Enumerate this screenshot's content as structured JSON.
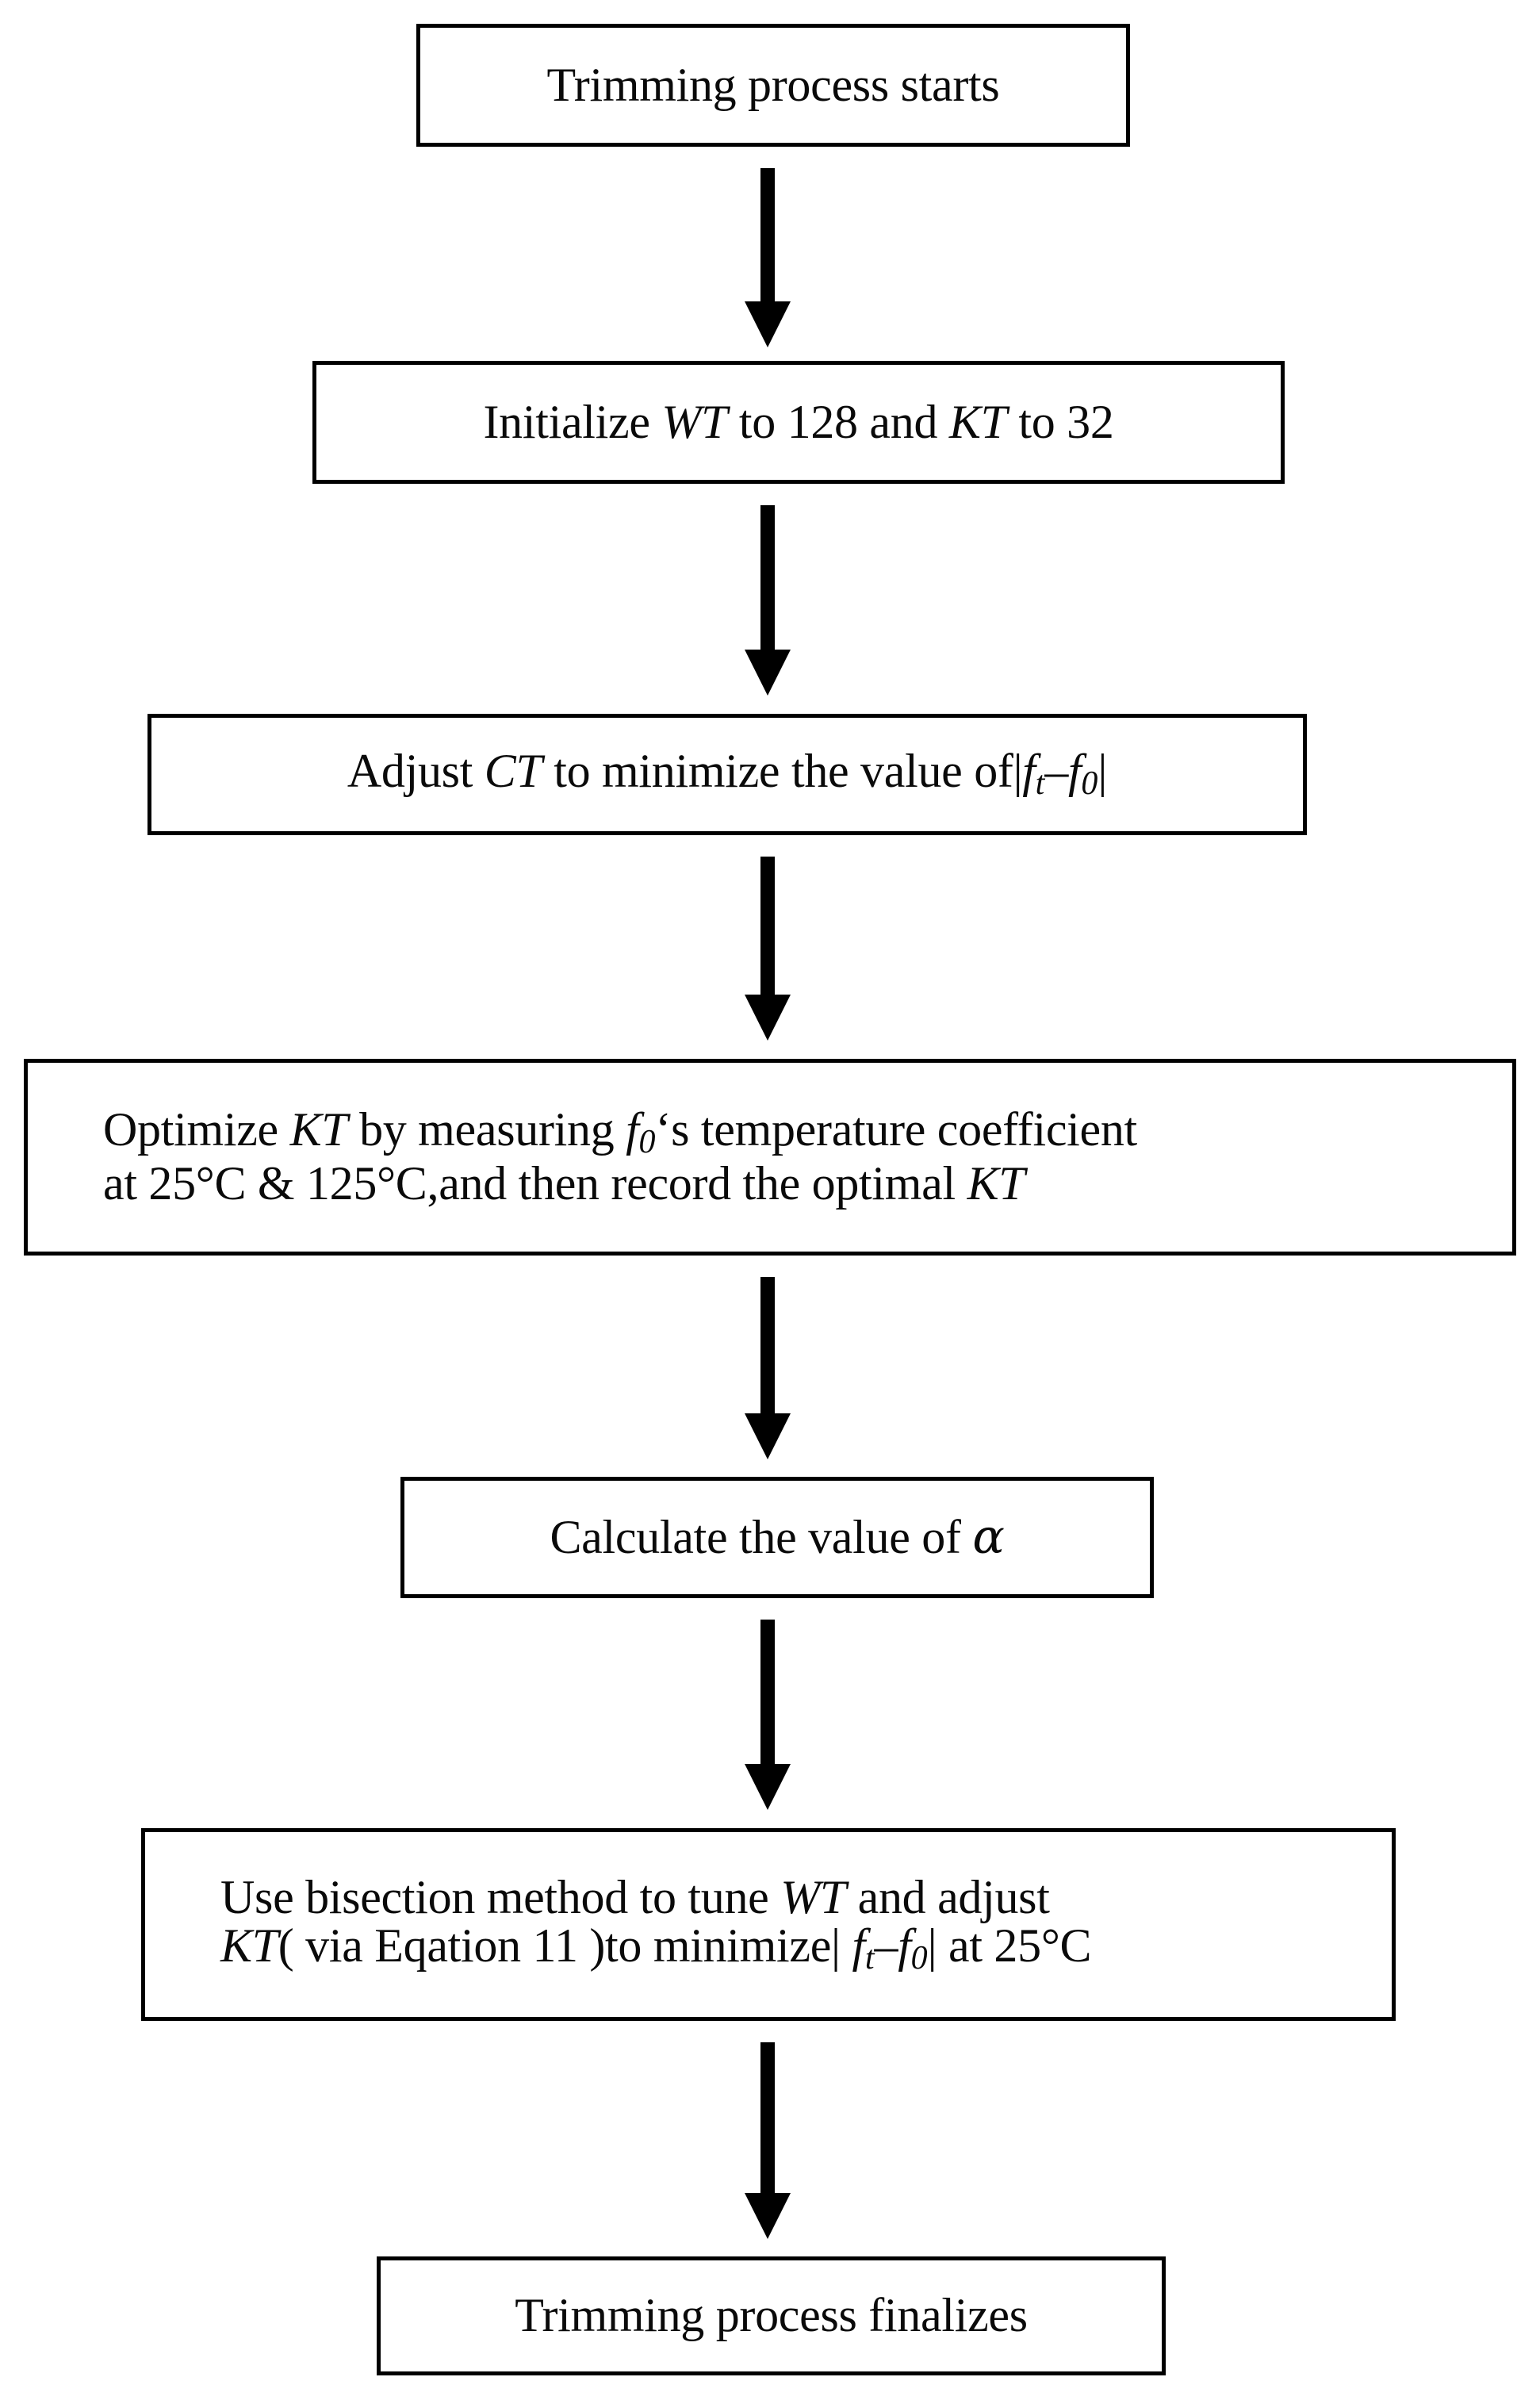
{
  "diagram": {
    "title": "Trimming process flowchart",
    "orientation": "top-to-bottom",
    "background_color": "#ffffff",
    "stroke_color": "#000000",
    "text_color": "#0a0a0a",
    "nodes": [
      {
        "id": "start",
        "shape": "rectangle",
        "align": "center",
        "lines": [
          "Trimming process starts"
        ]
      },
      {
        "id": "init",
        "shape": "rectangle",
        "align": "center",
        "lines": [
          "Initialize WT to 128 and KT to 32"
        ]
      },
      {
        "id": "adjust-ct",
        "shape": "rectangle",
        "align": "center",
        "lines": [
          "Adjust CT to minimize the value of |ft–f0|"
        ]
      },
      {
        "id": "optimize",
        "shape": "rectangle",
        "align": "left",
        "lines": [
          "Optimize KT by measuring f0‘s temperature coefficient",
          "at 25°C & 125°C,and then record the optimal KT"
        ]
      },
      {
        "id": "calc-alpha",
        "shape": "rectangle",
        "align": "center",
        "lines": [
          "Calculate the value of α"
        ]
      },
      {
        "id": "bisection",
        "shape": "rectangle",
        "align": "left",
        "lines": [
          "Use bisection method to tune WT and adjust",
          "KT( via Eqation 11 )to minimize| ft–f0| at 25°C"
        ]
      },
      {
        "id": "final",
        "shape": "rectangle",
        "align": "center",
        "lines": [
          "Trimming process finalizes"
        ]
      }
    ],
    "edges": [
      {
        "id": "arrow-1",
        "from": "start",
        "to": "init",
        "icon": "down-arrow-icon",
        "label": ""
      },
      {
        "id": "arrow-2",
        "from": "init",
        "to": "adjust-ct",
        "icon": "down-arrow-icon",
        "label": ""
      },
      {
        "id": "arrow-3",
        "from": "adjust-ct",
        "to": "optimize",
        "icon": "down-arrow-icon",
        "label": ""
      },
      {
        "id": "arrow-4",
        "from": "optimize",
        "to": "calc-alpha",
        "icon": "down-arrow-icon",
        "label": ""
      },
      {
        "id": "arrow-5",
        "from": "calc-alpha",
        "to": "bisection",
        "icon": "down-arrow-icon",
        "label": ""
      },
      {
        "id": "arrow-6",
        "from": "bisection",
        "to": "final",
        "icon": "down-arrow-icon",
        "label": ""
      }
    ]
  },
  "text": {
    "start": "Trimming process starts",
    "init_pre": "Initialize ",
    "init_var1": "WT",
    "init_mid": " to 128 and ",
    "init_var2": "KT",
    "init_post": " to 32",
    "adjust_pre": "Adjust ",
    "adjust_var": "CT",
    "adjust_mid": " to minimize the value of",
    "adjust_bar_open": "|",
    "adjust_f1": "f",
    "adjust_f1_sub": "t",
    "adjust_minus": "–",
    "adjust_f2": "f",
    "adjust_f2_sub": "0",
    "adjust_bar_close": "|",
    "optimize_pre": "Optimize ",
    "optimize_var": "KT",
    "optimize_mid": " by measuring ",
    "optimize_f": "f",
    "optimize_f_sub": "0",
    "optimize_post": "‘s temperature coefficient",
    "optimize_line2_pre": "at 25°C & 125°C,and then record the optimal ",
    "optimize_line2_var": "KT",
    "calc_pre": "Calculate the value of ",
    "calc_alpha": "α",
    "bisect_pre": "Use bisection method to tune ",
    "bisect_var1": "WT",
    "bisect_post": " and adjust",
    "bisect_line2_var": "KT",
    "bisect_line2_mid": "( via Eqation 11 )to minimize",
    "bisect_bar_open": "| ",
    "bisect_f1": "f",
    "bisect_f1_sub": "t",
    "bisect_minus": "–",
    "bisect_f2": "f",
    "bisect_f2_sub": "0",
    "bisect_bar_close": "|",
    "bisect_line2_post": " at 25°C",
    "final": "Trimming process finalizes"
  }
}
